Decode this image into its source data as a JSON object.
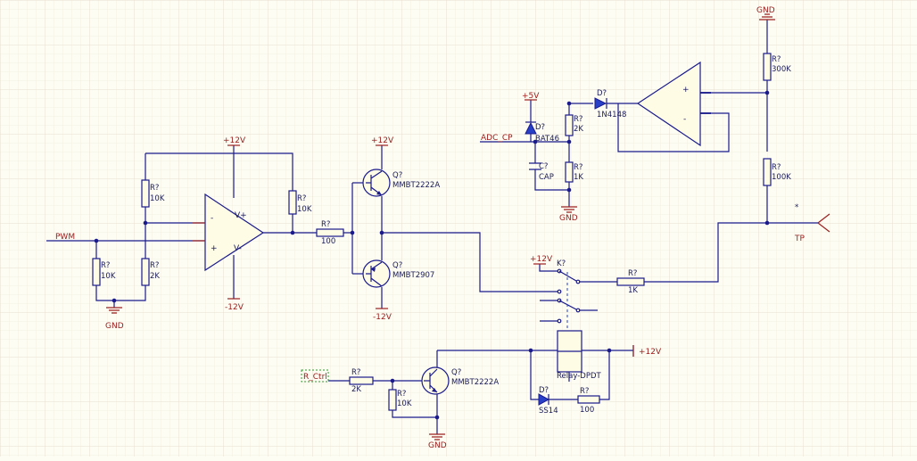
{
  "opamp_left": {
    "minus": "-",
    "plus": "+",
    "vplus": "V+",
    "vminus": "V-"
  },
  "opamp_right": {
    "plus": "+",
    "minus": "-"
  },
  "resistors": [
    {
      "ref": "R?",
      "value": "10K"
    },
    {
      "ref": "R?",
      "value": "2K"
    },
    {
      "ref": "R?",
      "value": "10K"
    },
    {
      "ref": "R?",
      "value": "10K"
    },
    {
      "ref": "R?",
      "value": "100"
    },
    {
      "ref": "R?",
      "value": "2K"
    },
    {
      "ref": "R?",
      "value": "1K"
    },
    {
      "ref": "R?",
      "value": "300K"
    },
    {
      "ref": "R?",
      "value": "100K"
    },
    {
      "ref": "R?",
      "value": "1K"
    },
    {
      "ref": "R?",
      "value": "2K"
    },
    {
      "ref": "R?",
      "value": "10K"
    },
    {
      "ref": "R?",
      "value": "100"
    }
  ],
  "transistors": [
    {
      "ref": "Q?",
      "part": "MMBT2222A"
    },
    {
      "ref": "Q?",
      "part": "MMBT2907"
    },
    {
      "ref": "Q?",
      "part": "MMBT2222A"
    }
  ],
  "diodes": [
    {
      "ref": "D?",
      "part": "BAT46"
    },
    {
      "ref": "D?",
      "part": "1N4148"
    },
    {
      "ref": "D?",
      "part": "SS14"
    }
  ],
  "capacitor": {
    "ref": "C?",
    "value": "CAP"
  },
  "relay": {
    "ref": "K?",
    "part": "Relay-DPDT"
  },
  "power": {
    "v12_a": "+12V",
    "vneg12_a": "-12V",
    "v12_b": "+12V",
    "vneg12_b": "-12V",
    "v5": "+5V",
    "v12_c": "+12V",
    "v12_d": "+12V"
  },
  "ground": {
    "label": "GND"
  },
  "nets": {
    "pwm": "PWM",
    "adc_cp": "ADC_CP",
    "r_ctrl": "R_Ctrl",
    "tp": "TP",
    "tp_marker": "*"
  },
  "colors": {
    "background": "#fdfdf3",
    "wire": "#1a1a8c",
    "pin": "#9b2020",
    "net_label": "#9b1b1b",
    "component_fill": "#fffce6",
    "diode_fill": "#2840c8"
  }
}
